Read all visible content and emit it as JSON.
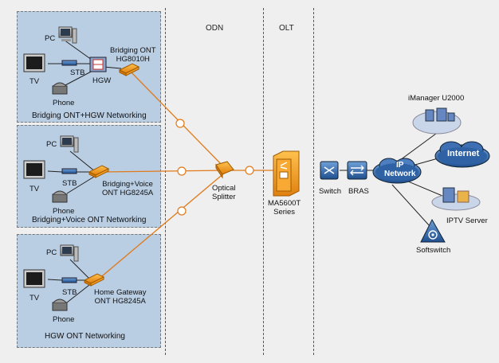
{
  "regions": {
    "odn": "ODN",
    "olt": "OLT"
  },
  "scenarios": [
    {
      "title": "Bridging ONT+HGW Networking",
      "ont_label": "Bridging ONT\nHG8010H",
      "devices": [
        "PC",
        "TV",
        "STB",
        "HGW",
        "Phone"
      ]
    },
    {
      "title": "Bridging+Voice ONT Networking",
      "ont_label": "Bridging+Voice\nONT HG8245A",
      "devices": [
        "PC",
        "TV",
        "STB",
        "Phone"
      ]
    },
    {
      "title": "HGW ONT Networking",
      "ont_label": "Home Gateway\nONT HG8245A",
      "devices": [
        "PC",
        "TV",
        "STB",
        "Phone"
      ]
    }
  ],
  "splitter": "Optical\nSplitter",
  "olt_device": "MA5600T\nSeries",
  "switch": "Switch",
  "bras": "BRAS",
  "ip_network": "IP\nNetwork",
  "imanager": "iManager U2000",
  "internet": "Internet",
  "iptv": "IPTV Server",
  "softswitch": "Softswitch",
  "colors": {
    "fiber": "#e07a1a",
    "box": "#b9cde3",
    "device_orange": "#f5a623",
    "cloud": "#2a5d9c",
    "background": "#efefef"
  }
}
